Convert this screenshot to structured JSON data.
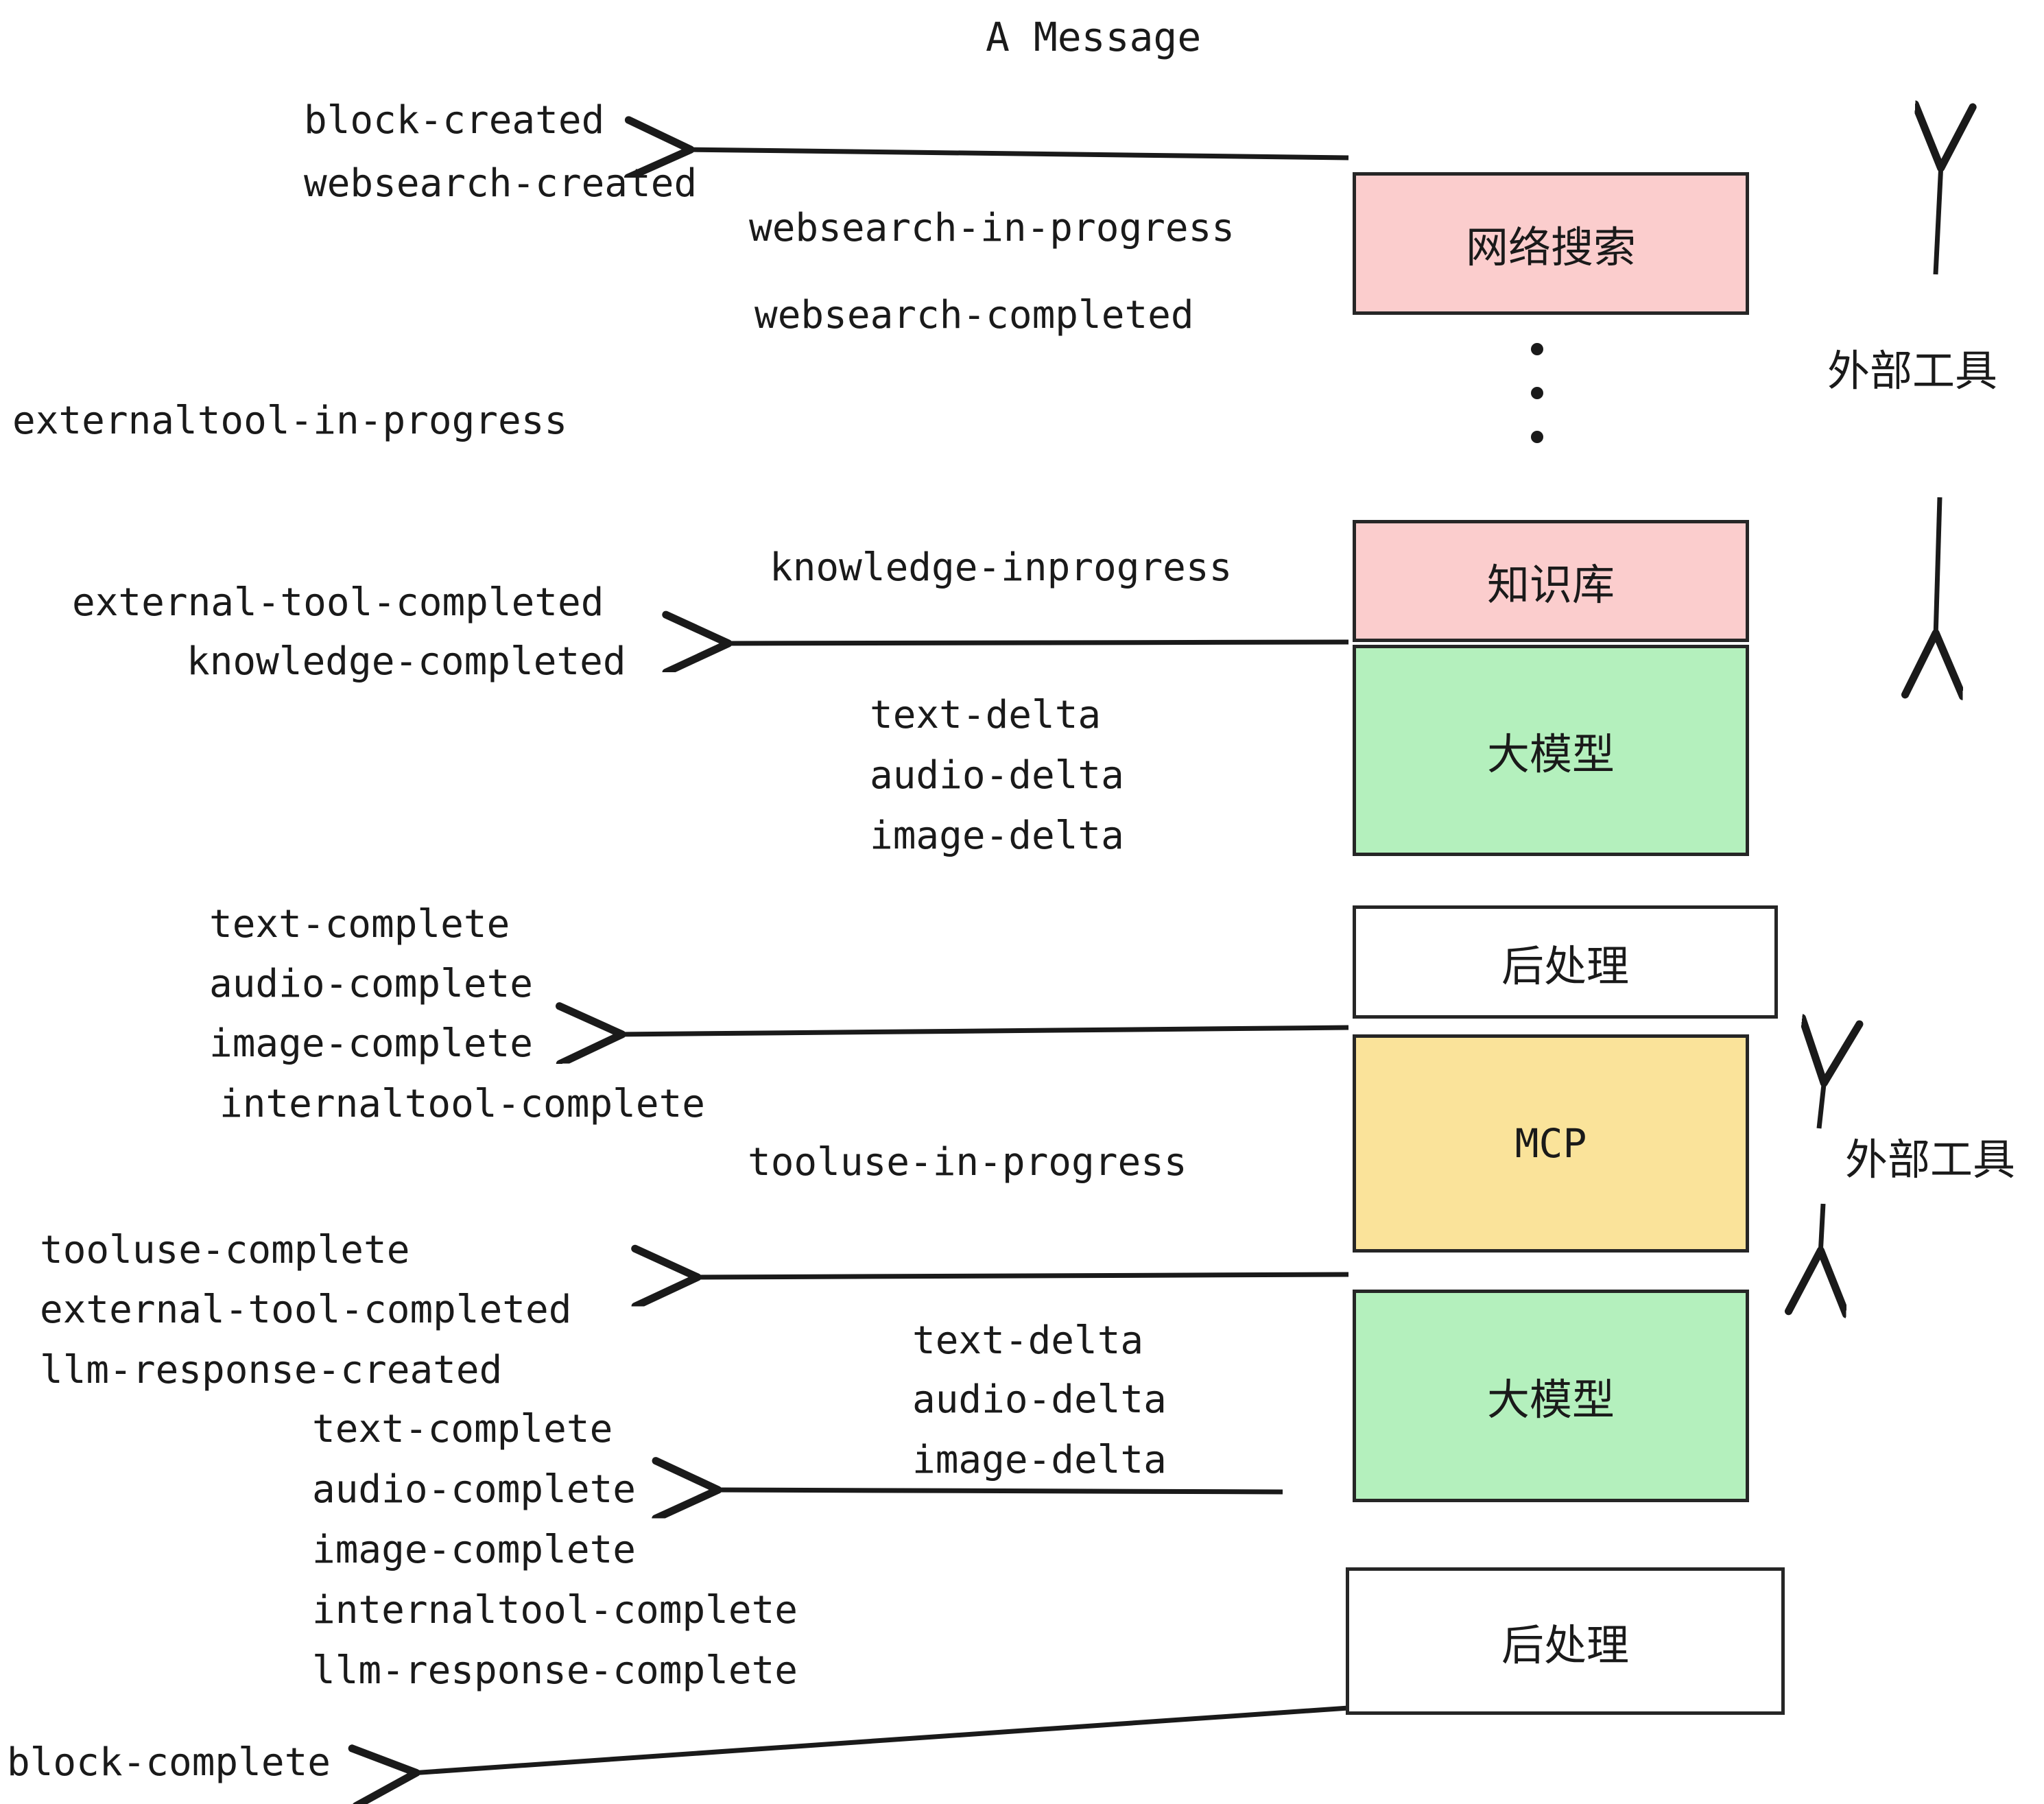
{
  "diagram": {
    "title": "A Message",
    "colors": {
      "external_tool_fill": "#fbcdcd",
      "llm_fill": "#b4f0bd",
      "mcp_fill": "#fae39a",
      "postprocess_fill": "#ffffff",
      "stroke": "#262626",
      "text": "#1a1a1a",
      "background": "#ffffff"
    },
    "nodes": [
      {
        "id": "websearch",
        "label": "网络搜索",
        "fill": "#fbcdcd",
        "script": "cjk"
      },
      {
        "id": "knowledge",
        "label": "知识库",
        "fill": "#fbcdcd",
        "script": "cjk"
      },
      {
        "id": "llm-1",
        "label": "大模型",
        "fill": "#b4f0bd",
        "script": "cjk"
      },
      {
        "id": "postprocess-1",
        "label": "后处理",
        "fill": "#ffffff",
        "script": "cjk"
      },
      {
        "id": "mcp",
        "label": "MCP",
        "fill": "#fae39a",
        "script": "latin"
      },
      {
        "id": "llm-2",
        "label": "大模型",
        "fill": "#b4f0bd",
        "script": "cjk"
      },
      {
        "id": "postprocess-2",
        "label": "后处理",
        "fill": "#ffffff",
        "script": "cjk"
      }
    ],
    "side_labels": [
      {
        "id": "external-tools-top",
        "label": "外部工具"
      },
      {
        "id": "external-tools-bottom",
        "label": "外部工具"
      }
    ],
    "events": [
      {
        "id": "e01",
        "label": "block-created"
      },
      {
        "id": "e02",
        "label": "websearch-created"
      },
      {
        "id": "e03",
        "label": "websearch-in-progress"
      },
      {
        "id": "e04",
        "label": "websearch-completed"
      },
      {
        "id": "e05",
        "label": "externaltool-in-progress"
      },
      {
        "id": "e06",
        "label": "knowledge-inprogress"
      },
      {
        "id": "e07",
        "label": "external-tool-completed"
      },
      {
        "id": "e08",
        "label": "knowledge-completed"
      },
      {
        "id": "e09",
        "label": "text-delta"
      },
      {
        "id": "e10",
        "label": "audio-delta"
      },
      {
        "id": "e11",
        "label": "image-delta"
      },
      {
        "id": "e12",
        "label": "text-complete"
      },
      {
        "id": "e13",
        "label": "audio-complete"
      },
      {
        "id": "e14",
        "label": "image-complete"
      },
      {
        "id": "e15",
        "label": "internaltool-complete"
      },
      {
        "id": "e16",
        "label": "tooluse-in-progress"
      },
      {
        "id": "e17",
        "label": "tooluse-complete"
      },
      {
        "id": "e18",
        "label": "external-tool-completed"
      },
      {
        "id": "e19",
        "label": "llm-response-created"
      },
      {
        "id": "e20",
        "label": "text-delta"
      },
      {
        "id": "e21",
        "label": "audio-delta"
      },
      {
        "id": "e22",
        "label": "image-delta"
      },
      {
        "id": "e23",
        "label": "text-complete"
      },
      {
        "id": "e24",
        "label": "audio-complete"
      },
      {
        "id": "e25",
        "label": "image-complete"
      },
      {
        "id": "e26",
        "label": "internaltool-complete"
      },
      {
        "id": "e27",
        "label": "llm-response-complete"
      },
      {
        "id": "e28",
        "label": "block-complete"
      }
    ]
  }
}
